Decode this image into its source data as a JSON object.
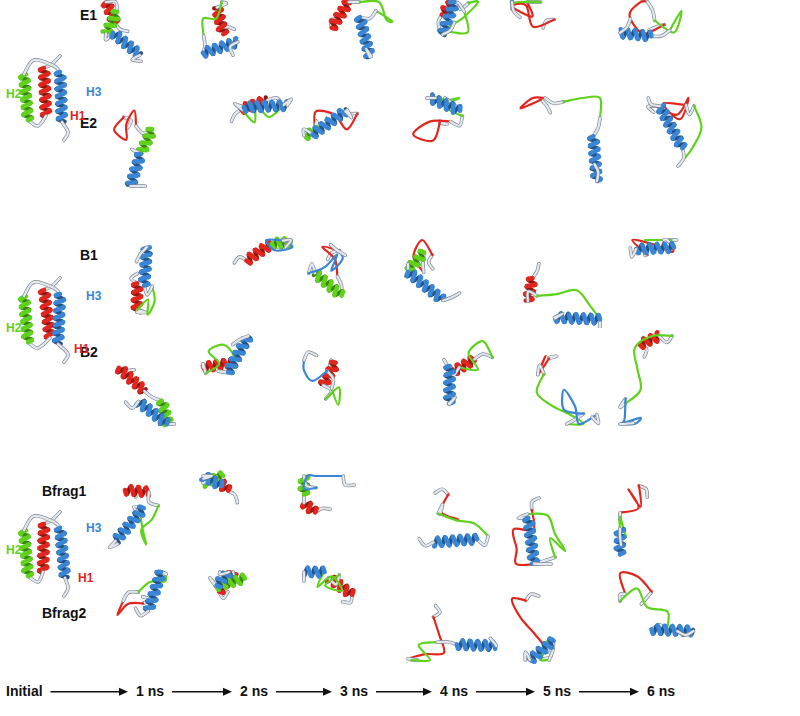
{
  "diagram": {
    "labels": [
      "E1",
      "E2",
      "B1",
      "B2",
      "Bfrag1",
      "Bfrag2",
      "H2",
      "H3",
      "H1",
      "H2",
      "H3",
      "H1",
      "H2",
      "H3",
      "H1",
      "Initial",
      "1 ns",
      "2 ns",
      "3 ns",
      "4 ns",
      "5 ns",
      "6 ns"
    ]
  }
}
